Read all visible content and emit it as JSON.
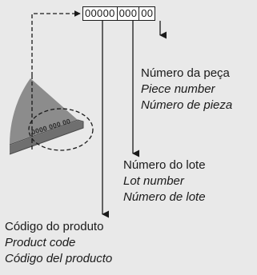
{
  "code_box": {
    "segments": [
      "00000",
      "000",
      "00"
    ]
  },
  "part_code": "0000 000 00",
  "labels": {
    "piece": {
      "pt": "Número da peça",
      "en": "Piece number",
      "es": "Número de pieza"
    },
    "lot": {
      "pt": "Número do lote",
      "en": "Lot number",
      "es": "Número de lote"
    },
    "product": {
      "pt": "Código do produto",
      "en": "Product code",
      "es": "Código del producto"
    }
  },
  "colors": {
    "background": "#e9e9e9",
    "line": "#1a1a1a",
    "part_fill": "#8c8c8c",
    "part_edge": "#5a5a5a"
  }
}
